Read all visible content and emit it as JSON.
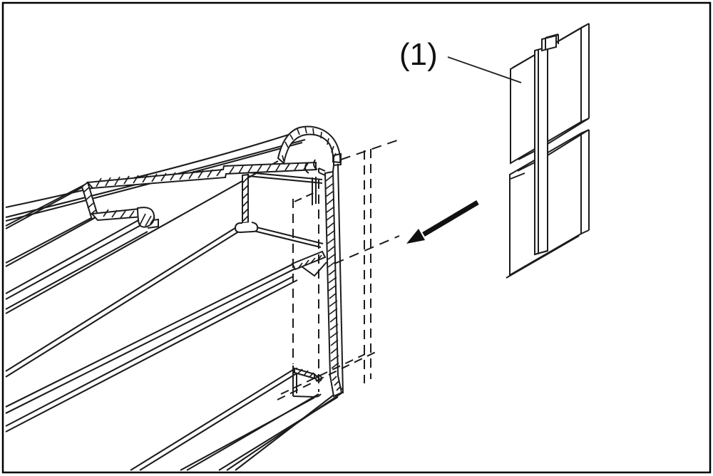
{
  "figure": {
    "background_color": "#ffffff",
    "stroke_color": "#1c1c1c",
    "border_color": "#000000",
    "callout": {
      "label": "(1)"
    },
    "elements": {
      "rail_profile": "extruded-rail-profile-perspective",
      "cross_section": "hatched-cut-faces",
      "phantom": "dashed-installed-position-lines",
      "arrow": "insertion-direction-arrow",
      "clip_part": "clip-part-exploded-view"
    }
  }
}
